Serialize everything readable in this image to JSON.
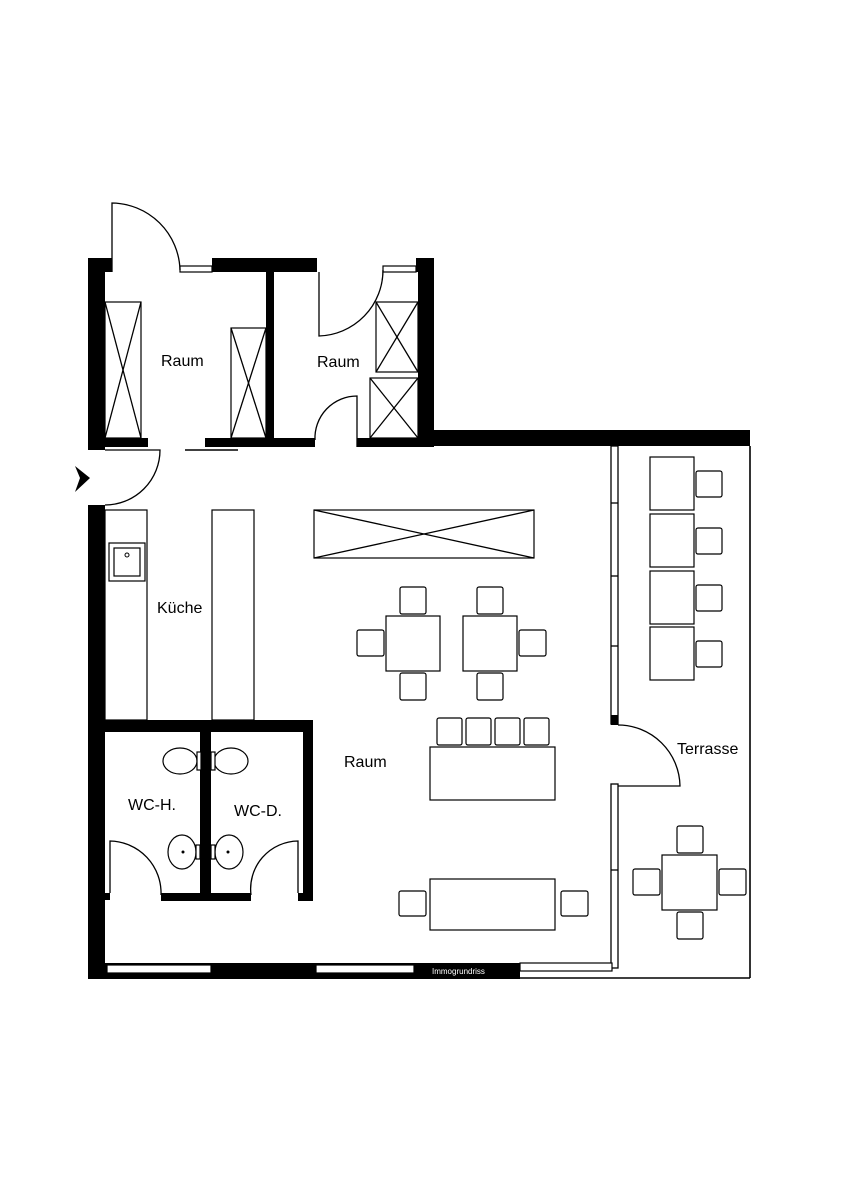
{
  "rooms": {
    "raum_top_left": "Raum",
    "raum_top_right": "Raum",
    "kueche": "Küche",
    "raum_main": "Raum",
    "wc_h": "WC-H.",
    "wc_d": "WC-D.",
    "terrasse": "Terrasse"
  },
  "watermark": "Immogrundriss",
  "colors": {
    "wall": "#000000",
    "background": "#ffffff"
  },
  "icons": [
    "entrance-arrow-icon",
    "toilet-icon",
    "sink-icon",
    "chair-icon",
    "table-icon",
    "door-swing-icon",
    "shelf-icon"
  ]
}
